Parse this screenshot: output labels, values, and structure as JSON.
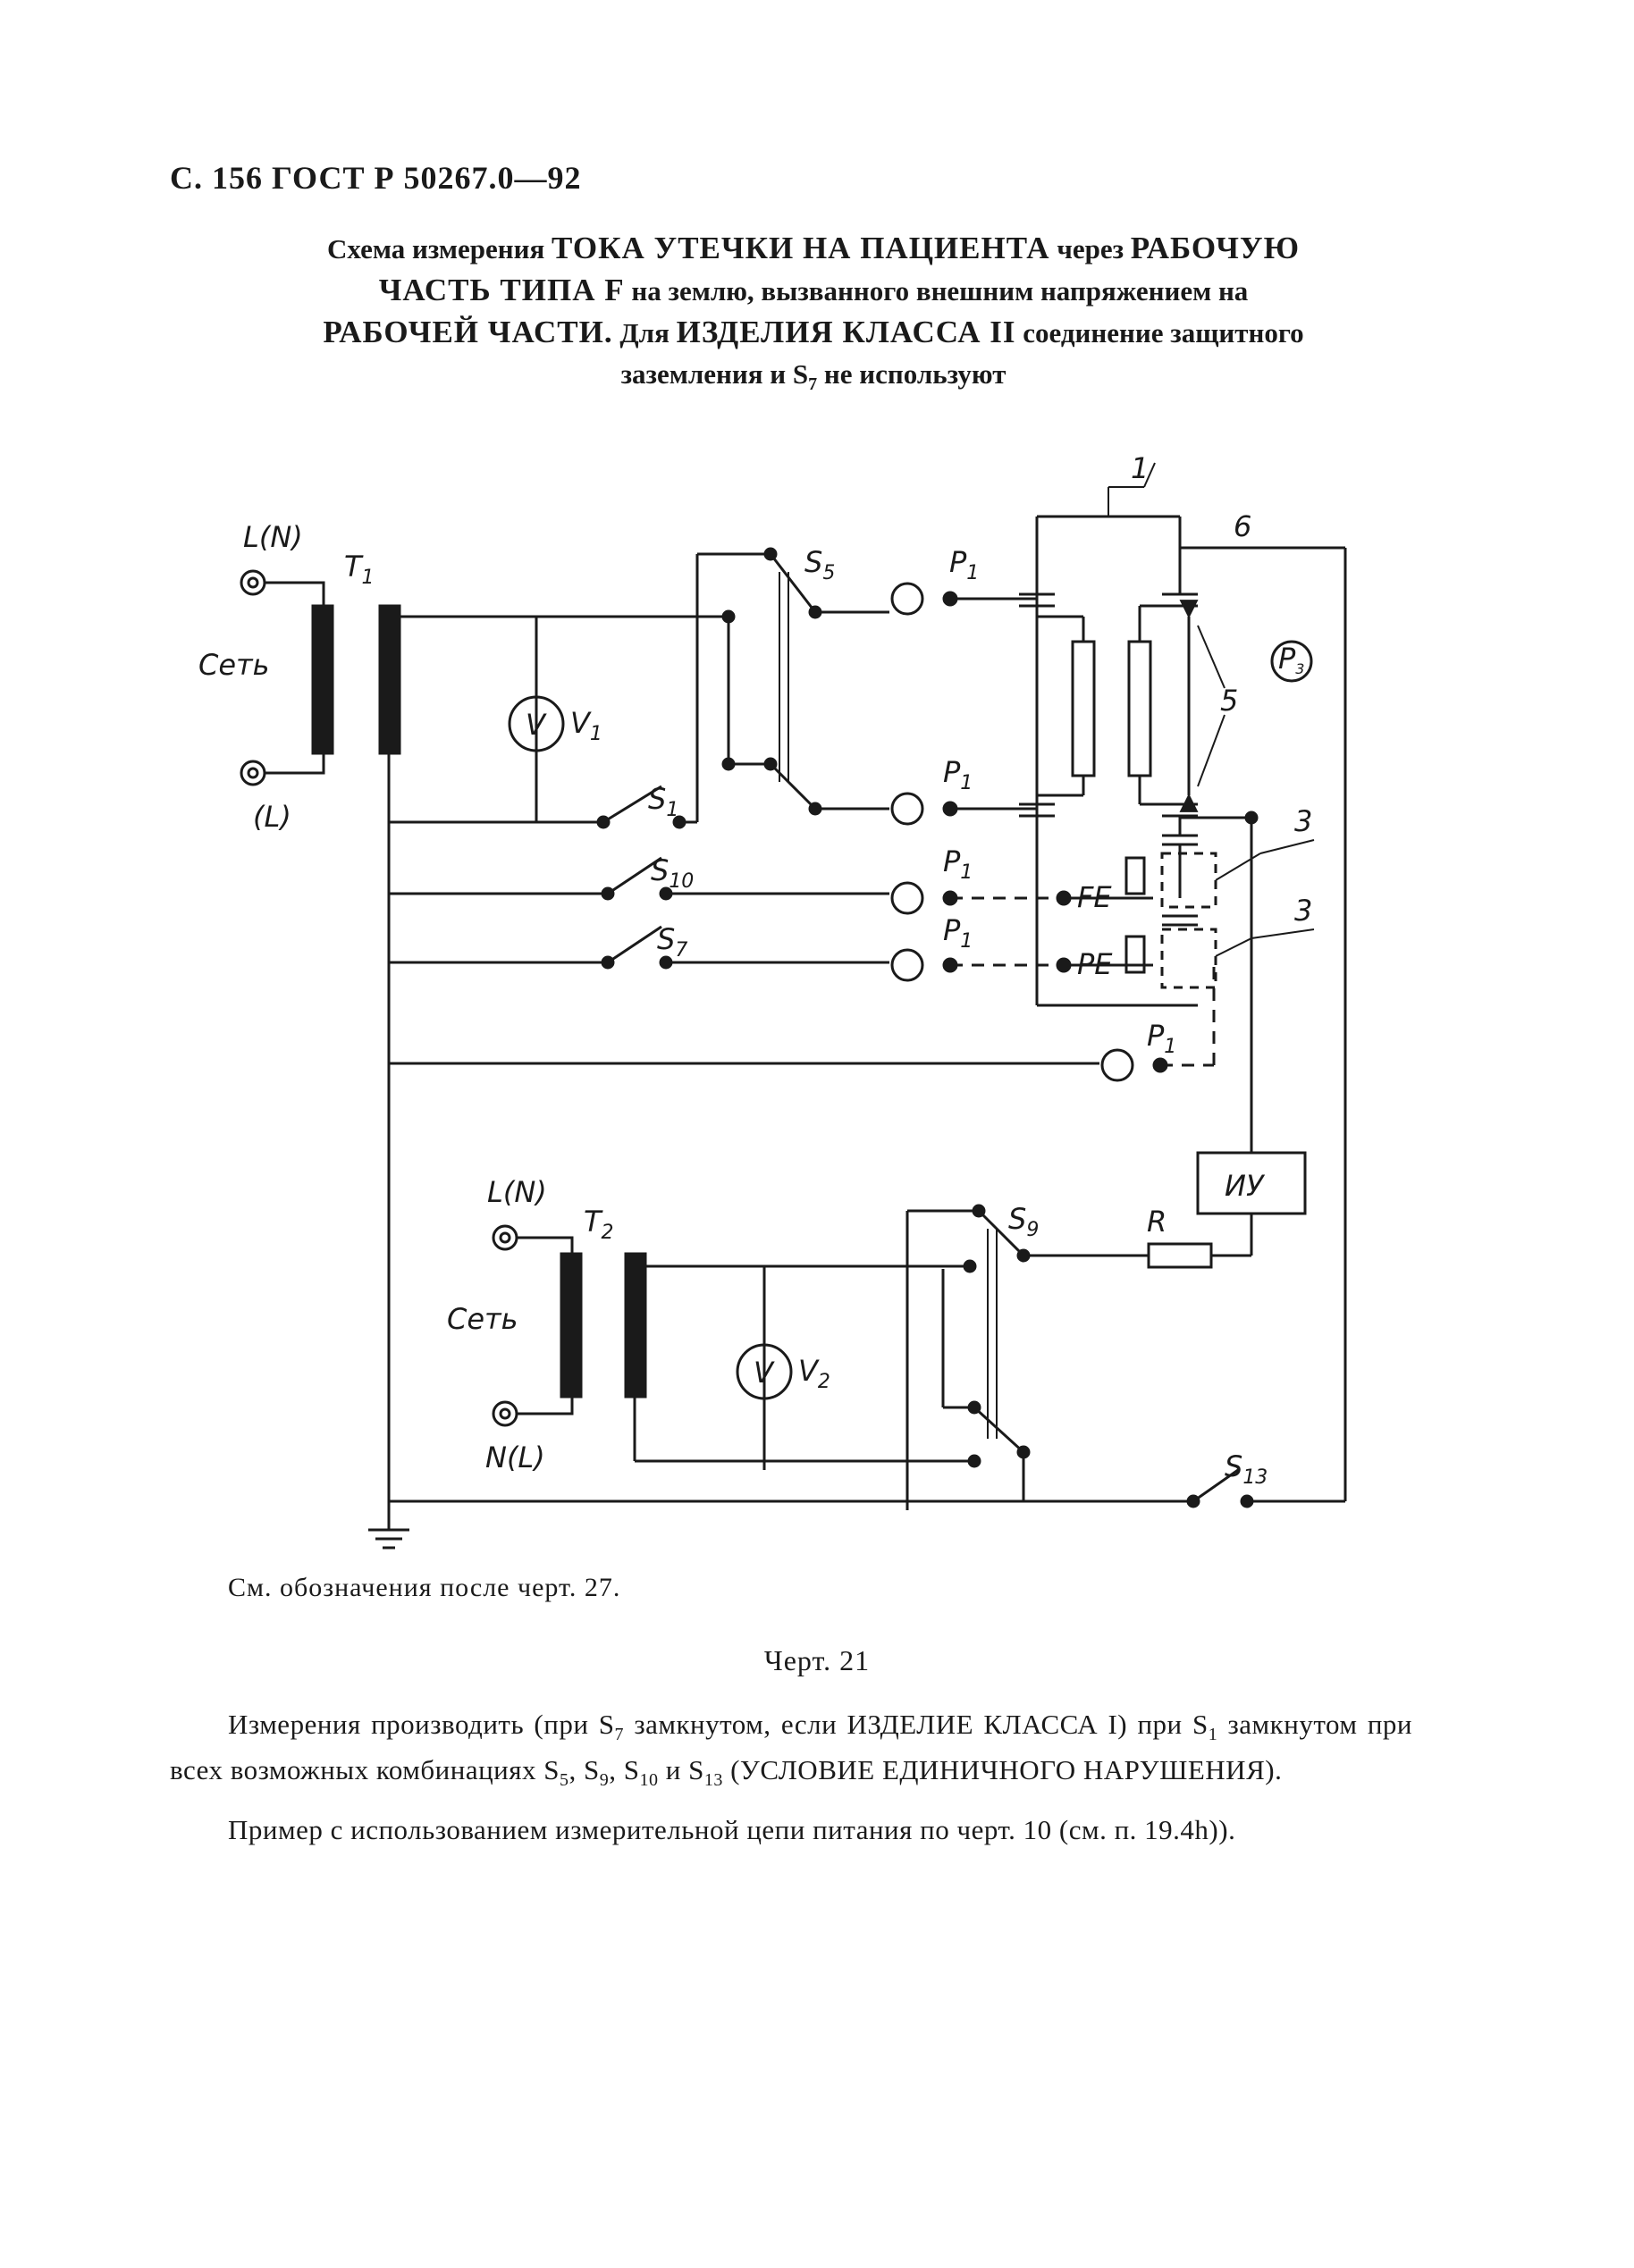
{
  "header": "С. 156 ГОСТ Р 50267.0—92",
  "title": {
    "l1a": "Схема измерения ",
    "l1b": "ТОКА УТЕЧКИ НА ПАЦИЕНТА",
    "l1c": " через ",
    "l1d": "РАБОЧУЮ",
    "l2a": "ЧАСТЬ ТИПА F",
    "l2b": " на землю, вызванного внешним напряжением на",
    "l3a": "РАБОЧЕЙ ЧАСТИ.",
    "l3b": " Для ",
    "l3c": "ИЗДЕЛИЯ КЛАССА II",
    "l3d": " соединение защитного",
    "l4a": "заземления и S",
    "l4sub": "7",
    "l4b": " не используют"
  },
  "diagram": {
    "ln_top": "L(N)",
    "l_top": "(L)",
    "set_top": "Сеть",
    "t1": "T",
    "t1_sub": "1",
    "v1": "V",
    "v1_sub": "1",
    "s5": "S",
    "s5_sub": "5",
    "s1": "S",
    "s1_sub": "1",
    "s10": "S",
    "s10_sub": "10",
    "s7": "S",
    "s7_sub": "7",
    "p1": "P",
    "p1_sub": "1",
    "fe": "FE",
    "pe": "PE",
    "num1": "1",
    "num6": "6",
    "num5": "5",
    "num3a": "3",
    "num3b": "3",
    "p3": "P",
    "p3_sub": "3",
    "iu": "ИУ",
    "r": "R",
    "s9": "S",
    "s9_sub": "9",
    "ln_bottom": "L(N)",
    "nl_bottom": "N(L)",
    "set_bottom": "Сеть",
    "t2": "T",
    "t2_sub": "2",
    "v2": "V",
    "v2_sub": "2",
    "s13": "S",
    "s13_sub": "13",
    "voltmeter_symbol": "V"
  },
  "caption_ref": "См. обозначения после черт. 27.",
  "figure_number": "Черт. 21",
  "paragraph1": {
    "a": "Измерения производить (при S",
    "s7": "7",
    "b": " замкнутом, если  ИЗДЕЛИЕ КЛАССА I) при S",
    "s1": "1",
    "c": " замкнутом при всех возможных комбинациях S",
    "s5": "5",
    "d": ", S",
    "s9": "9",
    "e": ", S",
    "s10": "10",
    "f": " и S",
    "s13": "13",
    "g": " (УСЛОВИЕ ЕДИНИЧНОГО НАРУШЕНИЯ)."
  },
  "paragraph2": "Пример с использованием измерительной цепи питания  по  черт. 10 (см. п. 19.4h))."
}
